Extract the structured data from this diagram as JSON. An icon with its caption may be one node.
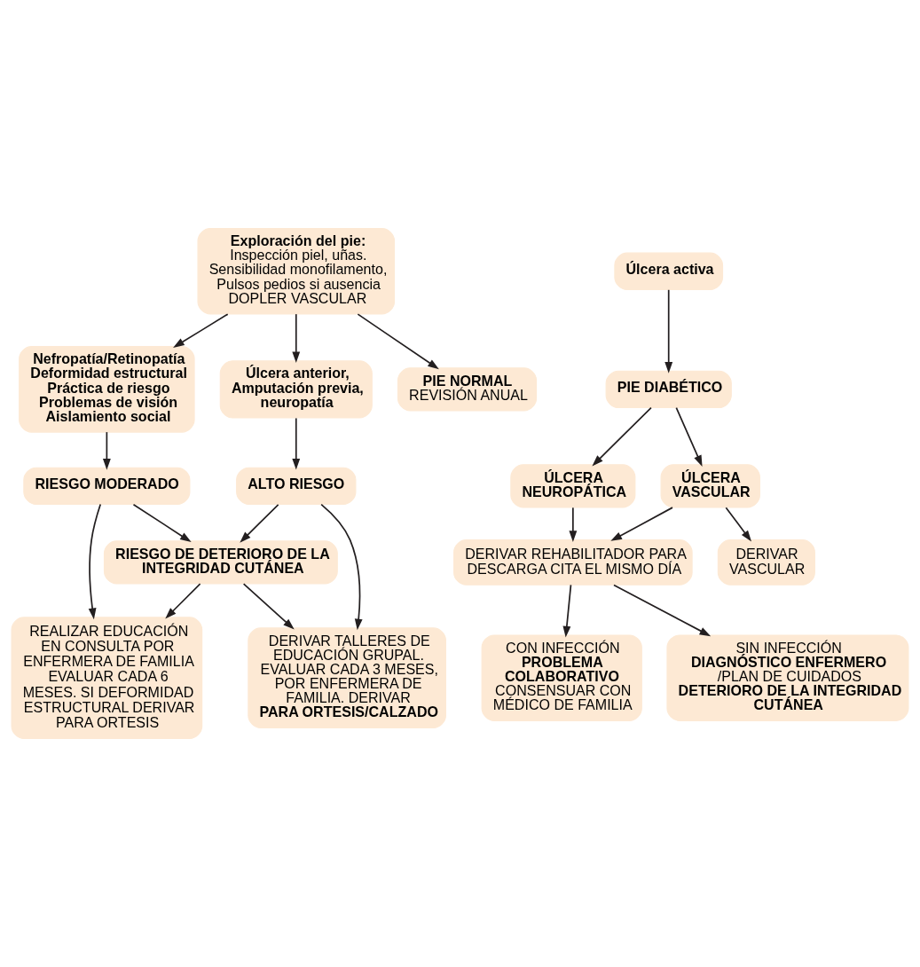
{
  "diagram": {
    "nodes": [
      {
        "text": [
          "Exploración del pie:",
          "Inspección piel, uñas. Sensibilidad monofilamento, Pulsos pedios si ausencia DOPLER VASCULAR"
        ]
      },
      {
        "text": [
          "Nefropatía/Retinopatía Deformidad estructural Práctica de riesgo Problemas de visión Aislamiento social"
        ]
      },
      {
        "text": [
          "Úlcera anterior, Amputación previa, neuropatía"
        ]
      },
      {
        "text": [
          "RIESGO MODERADO"
        ]
      },
      {
        "text": [
          "ALTO RIESGO"
        ]
      },
      {
        "text": [
          "**PIE NORMAL** REVISIÓN ANUAL"
        ]
      },
      {
        "text": [
          "RIESGO DE DETERIORO DE LA INTEGRIDAD CUTÁNEA"
        ]
      },
      {
        "text": [
          "REALIZAR EDUCACIÓN EN CONSULTA POR ENFERMERA DE FAMILIA EVALUAR CADA 6 MESES. SI DEFORMIDAD ESTRUCTURAL DERIVAR PARA ORTESIS"
        ]
      },
      {
        "text": [
          "DERIVAR TALLERES DE EDUCACIÓN GRUPAL. EVALUAR CADA 3 MESES, POR ENFERMERA DE FAMILIA. DERIVAR **PARA ORTESIS/CALZADO**"
        ]
      },
      {
        "text": [
          "Úlcera activa"
        ]
      },
      {
        "text": [
          "PIE DIABÉTICO"
        ]
      },
      {
        "text": [
          "ÚLCERA NEUROPÁTICA"
        ]
      },
      {
        "text": [
          "ÚLCERA VASCULAR"
        ]
      },
      {
        "text": [
          "DERIVAR REHABILITADOR PARA DESCARGA CITA EL MISMO DÍA"
        ]
      },
      {
        "text": [
          "CON INFECCIÓN **PROBLEMA COLABORATIVO** CONSENSUAR CON MÉDICO DE FAMILIA"
        ]
      },
      {
        "text": [
          "DERIVAR VASCULAR"
        ]
      },
      {
        "text": [
          "SIN INFECCIÓN **DIAGNÓSTICO ENFERMERO** /PLAN DE CUIDADOS **DETERIORO DE LA INTEGRIDAD CUTÁNEA**"
        ]
      }
    ],
    "edges": [
      {
        "from": 0,
        "to": 1,
        "arrow": "to"
      },
      {
        "from": 0,
        "to": 2,
        "arrow": "to"
      },
      {
        "from": 0,
        "to": 5,
        "arrow": "to"
      },
      {
        "from": 1,
        "to": 3,
        "arrow": "to"
      },
      {
        "from": 2,
        "to": 4,
        "arrow": "to"
      },
      {
        "from": 3,
        "to": 6,
        "arrow": "to"
      },
      {
        "from": 4,
        "to": 6,
        "arrow": "to"
      },
      {
        "from": 3,
        "to": 7,
        "arrow": "to"
      },
      {
        "from": 6,
        "to": 7,
        "arrow": "to"
      },
      {
        "from": 6,
        "to": 8,
        "arrow": "to"
      },
      {
        "from": 4,
        "to": 8,
        "arrow": "to"
      },
      {
        "from": 9,
        "to": 10,
        "arrow": "to"
      },
      {
        "from": 10,
        "to": 11,
        "arrow": "to"
      },
      {
        "from": 10,
        "to": 12,
        "arrow": "to"
      },
      {
        "from": 11,
        "to": 13,
        "arrow": "to"
      },
      {
        "from": 12,
        "to": 13,
        "arrow": "to"
      },
      {
        "from": 12,
        "to": 15,
        "arrow": "to"
      },
      {
        "from": 13,
        "to": 14,
        "arrow": "to"
      },
      {
        "from": 13,
        "to": 16,
        "arrow": "to"
      }
    ]
  }
}
